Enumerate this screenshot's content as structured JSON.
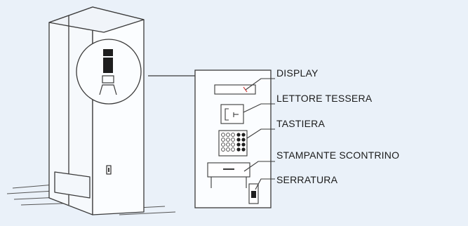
{
  "labels": {
    "display": "DISPLAY",
    "card_reader": "LETTORE TESSERA",
    "keypad": "TASTIERA",
    "receipt_printer": "STAMPANTE SCONTRINO",
    "lock": "SERRATURA"
  },
  "colors": {
    "background": "#eaf1f9",
    "line": "#3a3a3a",
    "accent": "#d04040",
    "text": "#1b1b1b"
  }
}
